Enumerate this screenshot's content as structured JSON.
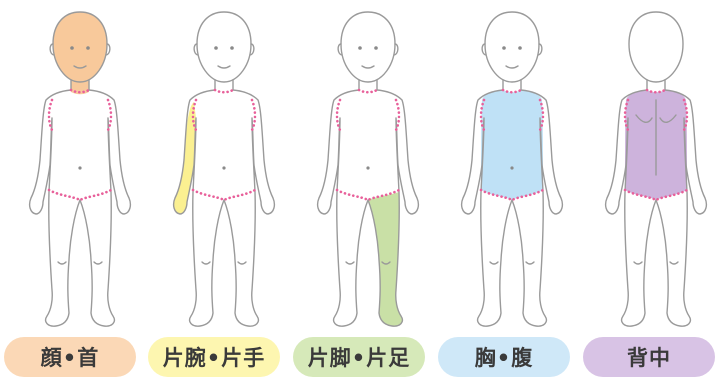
{
  "regions": [
    {
      "id": "head-neck",
      "label": "顔•首",
      "color": "#f8c99b",
      "badge_color": "#fbd8b6"
    },
    {
      "id": "one-arm-hand",
      "label": "片腕•片手",
      "color": "#fbf091",
      "badge_color": "#fdf6b0"
    },
    {
      "id": "one-leg-foot",
      "label": "片脚•片足",
      "color": "#c9e0a6",
      "badge_color": "#d6e9b9"
    },
    {
      "id": "chest-abdomen",
      "label": "胸•腹",
      "color": "#bfe1f6",
      "badge_color": "#cfe8f8"
    },
    {
      "id": "back",
      "label": "背中",
      "color": "#cdb3dc",
      "badge_color": "#d8c3e5"
    }
  ]
}
